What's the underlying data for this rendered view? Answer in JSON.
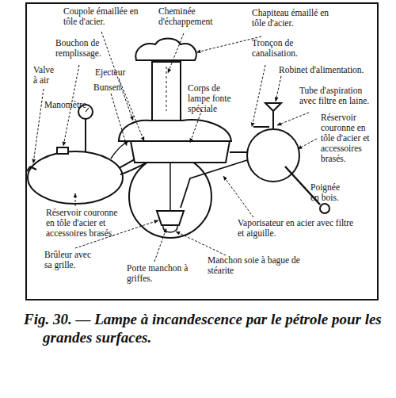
{
  "diagram": {
    "caption": "Fig. 30. — Lampe à incandescence par le pétrole pour les grandes surfaces.",
    "labels": [
      "Coupole émaillée en tôle d'acier.",
      "Cheminée d'échappement",
      "Chapiteau émaillé en tôle d'acier.",
      "Bouchon de remplissage.",
      "Tronçon de canalisation.",
      "Robinet d'alimentation.",
      "Valve à air",
      "Ejecteur",
      "Bunsen",
      "Corps de lampe fonte spéciale",
      "Tube d'aspiration avec filtre en laine.",
      "Manomètre",
      "Réservoir couronne en tôle d'acier et accessoires brasés.",
      "Poignée en bois.",
      "Réservoir couronne en tôle d'acier et accessoires brasés.",
      "Vaporisateur en acier avec filtre et aiguille.",
      "Brûleur avec sa grille.",
      "Manchon soie à bague de stéarite",
      "Porte manchon à griffes."
    ]
  }
}
